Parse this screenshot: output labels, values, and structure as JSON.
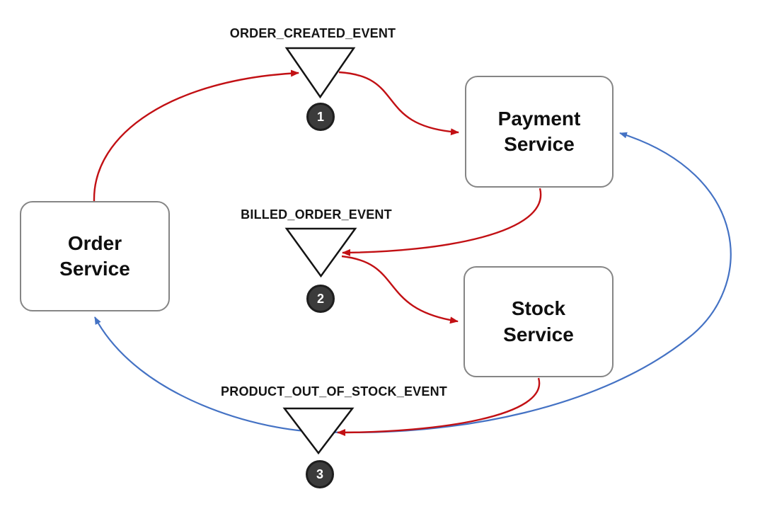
{
  "diagram": {
    "nodes": {
      "order_service": {
        "line1": "Order",
        "line2": "Service"
      },
      "payment_service": {
        "line1": "Payment",
        "line2": "Service"
      },
      "stock_service": {
        "line1": "Stock",
        "line2": "Service"
      }
    },
    "events": {
      "order_created": {
        "label": "ORDER_CREATED_EVENT",
        "badge": "1"
      },
      "billed_order": {
        "label": "BILLED_ORDER_EVENT",
        "badge": "2"
      },
      "product_out_of_stock": {
        "label": "PRODUCT_OUT_OF_STOCK_EVENT",
        "badge": "3"
      }
    },
    "colors": {
      "publish_color": "#c21014",
      "subscribe_color": "#4472c4",
      "node_border": "#858585",
      "node_text": "#0f0f0f",
      "event_text": "#141414",
      "triangle_stroke": "#141414",
      "badge_bg": "#3b3b3b",
      "badge_border": "#1e1e1e",
      "badge_text": "#ffffff"
    }
  }
}
